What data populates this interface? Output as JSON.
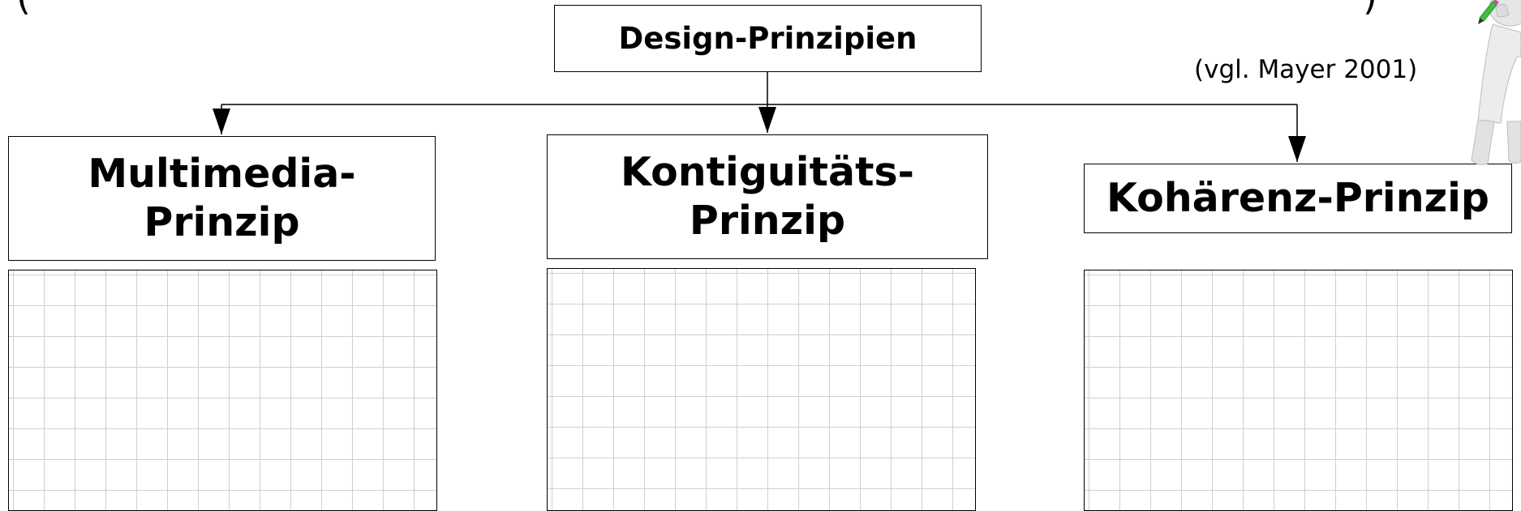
{
  "top_text": {
    "paren_open": "(",
    "paren_close": ")"
  },
  "root": {
    "label": "Design-Prinzipien"
  },
  "citation": "(vgl. Mayer 2001)",
  "principles": [
    {
      "line1": "Multimedia-",
      "line2": "Prinzip"
    },
    {
      "line1": "Kontiguitäts-",
      "line2": "Prinzip"
    },
    {
      "line1": "Kohärenz-Prinzip"
    }
  ],
  "colors": {
    "line": "#000000",
    "grid": "#cfcfcf",
    "figure": "#e6e6e6",
    "pen_green": "#3fbf3f"
  },
  "icons": [
    "thinking-figure-icon",
    "pen-icon"
  ]
}
